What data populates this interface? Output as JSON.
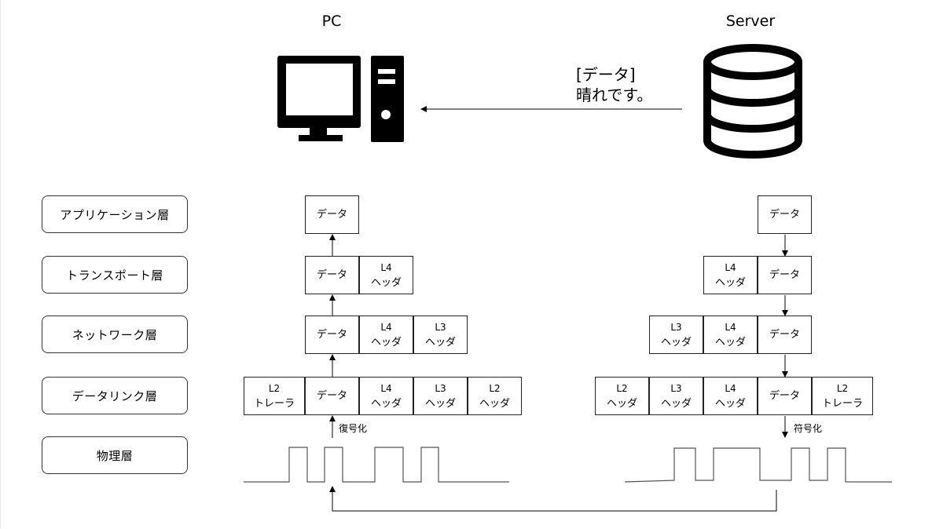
{
  "pc": {
    "title": "PC",
    "icon": "desktop-computer-icon"
  },
  "server": {
    "title": "Server",
    "icon": "database-server-icon"
  },
  "message": {
    "line1": "[データ]",
    "line2": "晴れです。"
  },
  "layers": [
    "アプリケーション層",
    "トランスポート層",
    "ネットワーク層",
    "データリンク層",
    "物理層"
  ],
  "cells": {
    "data": "データ",
    "l4": [
      "L4",
      "ヘッダ"
    ],
    "l3": [
      "L3",
      "ヘッダ"
    ],
    "l2h": [
      "L2",
      "ヘッダ"
    ],
    "l2t": [
      "L2",
      "トレーラ"
    ]
  },
  "labels": {
    "decode": "復号化",
    "encode": "符号化"
  }
}
